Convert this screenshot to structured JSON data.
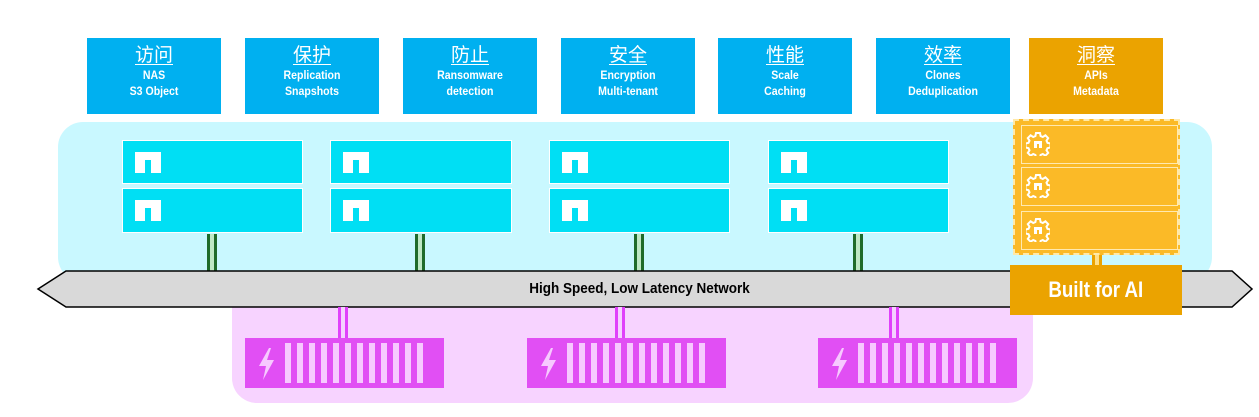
{
  "features": [
    {
      "cn": "访问",
      "line1": "NAS",
      "line2": "S3 Object"
    },
    {
      "cn": "保护",
      "line1": "Replication",
      "line2": "Snapshots"
    },
    {
      "cn": "防止",
      "line1": "Ransomware",
      "line2": "detection"
    },
    {
      "cn": "安全",
      "line1": "Encryption",
      "line2": "Multi-tenant"
    },
    {
      "cn": "性能",
      "line1": "Scale",
      "line2": "Caching"
    },
    {
      "cn": "效率",
      "line1": "Clones",
      "line2": "Deduplication"
    },
    {
      "cn": "洞察",
      "line1": "APIs",
      "line2": "Metadata"
    }
  ],
  "network": {
    "label": "High Speed, Low Latency Network"
  },
  "ai": {
    "label": "Built for AI"
  },
  "colors": {
    "feature_blue": "#00b0f0",
    "feature_orange": "#eba300",
    "cluster_bg": "#c9f8ff",
    "node": "#00dff4",
    "storage_bg": "#f7d3ff",
    "shelf": "#e14ff4",
    "link_green": "#1f6b2a"
  }
}
